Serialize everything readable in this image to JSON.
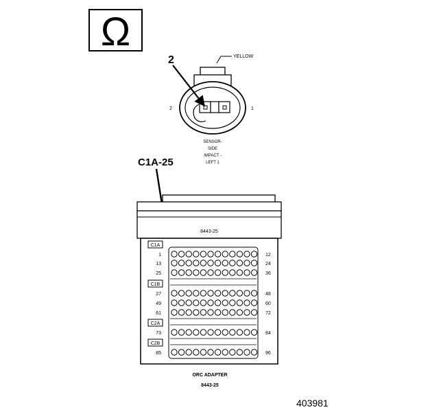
{
  "ohm_symbol": "Ω",
  "sensor": {
    "wire_color": "YELLOW",
    "pin_left": "2",
    "pin_right": "1",
    "probe_pin": "2",
    "name_lines": [
      "SENSOR-",
      "SIDE",
      "IMPACT -",
      "LEFT 1"
    ]
  },
  "probe_label": "C1A-25",
  "adapter": {
    "top_part_number": "8443-25",
    "name": "ORC ADAPTER",
    "part_number": "8443-25",
    "connectors": [
      {
        "label": "C1A",
        "rows": [
          {
            "left": "1",
            "right": "12"
          },
          {
            "left": "13",
            "right": "24"
          },
          {
            "left": "25",
            "right": "36"
          }
        ]
      },
      {
        "label": "C1B",
        "rows": [
          {
            "left": "27",
            "right": "48"
          },
          {
            "left": "49",
            "right": "60"
          },
          {
            "left": "61",
            "right": "72"
          }
        ]
      },
      {
        "label": "C2A",
        "rows": [
          {
            "left": "73",
            "right": "84"
          }
        ]
      },
      {
        "label": "C2B",
        "rows": [
          {
            "left": "85",
            "right": "96"
          }
        ]
      }
    ]
  },
  "figure_number": "403981"
}
